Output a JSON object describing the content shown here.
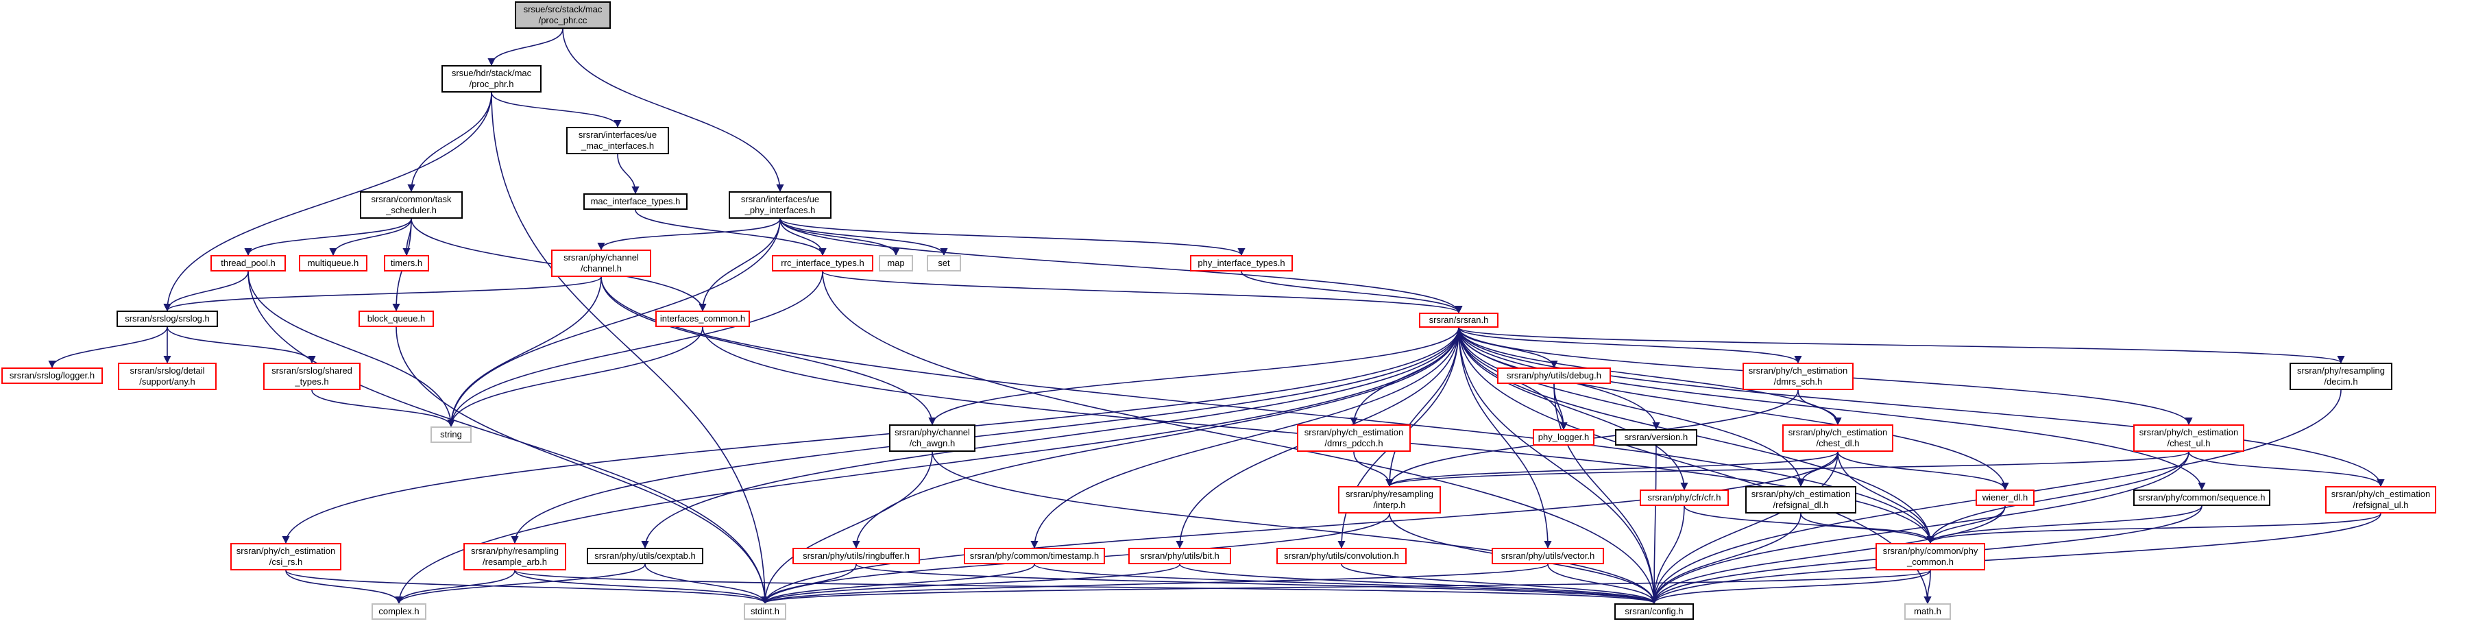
{
  "graph": {
    "colors": {
      "edge": "#191970",
      "border": "#000000",
      "missing_border": "#ff0000",
      "external_border": "#bfbfbf",
      "root_fill": "#bfbfbf"
    },
    "nodes": {
      "root": "srsue/src/stack/mac\n/proc_phr.cc",
      "proc_phr_h": "srsue/hdr/stack/mac\n/proc_phr.h",
      "ue_mac_if": "srsran/interfaces/ue\n_mac_interfaces.h",
      "mac_if_types": "mac_interface_types.h",
      "task_sched": "srsran/common/task\n_scheduler.h",
      "ue_phy_if": "srsran/interfaces/ue\n_phy_interfaces.h",
      "thread_pool": "thread_pool.h",
      "multiqueue": "multiqueue.h",
      "timers": "timers.h",
      "block_queue": "block_queue.h",
      "map": "map",
      "set": "set",
      "rrc_if_types": "rrc_interface_types.h",
      "phy_if_types": "phy_interface_types.h",
      "phy_channel": "srsran/phy/channel\n/channel.h",
      "srslog": "srsran/srslog/srslog.h",
      "interfaces_common": "interfaces_common.h",
      "srsran_h": "srsran/srsran.h",
      "srslog_logger": "srsran/srslog/logger.h",
      "srslog_any": "srsran/srslog/detail\n/support/any.h",
      "shared_types": "srsran/srslog/shared\n_types.h",
      "string": "string",
      "phy_debug": "srsran/phy/utils/debug.h",
      "dmrs_sch": "srsran/phy/ch_estimation\n/dmrs_sch.h",
      "decim": "srsran/phy/resampling\n/decim.h",
      "dmrs_pdcch": "srsran/phy/ch_estimation\n/dmrs_pdcch.h",
      "phy_logger": "phy_logger.h",
      "version": "srsran/version.h",
      "chest_dl": "srsran/phy/ch_estimation\n/chest_dl.h",
      "chest_ul": "srsran/phy/ch_estimation\n/chest_ul.h",
      "ch_awgn": "srsran/phy/channel\n/ch_awgn.h",
      "interp": "srsran/phy/resampling\n/interp.h",
      "cfr": "srsran/phy/cfr/cfr.h",
      "refsignal_dl": "srsran/phy/ch_estimation\n/refsignal_dl.h",
      "wiener_dl": "wiener_dl.h",
      "sequence": "srsran/phy/common/sequence.h",
      "refsignal_ul": "srsran/phy/ch_estimation\n/refsignal_ul.h",
      "csi_rs": "srsran/phy/ch_estimation\n/csi_rs.h",
      "resample_arb": "srsran/phy/resampling\n/resample_arb.h",
      "cexptab": "srsran/phy/utils/cexptab.h",
      "ringbuffer": "srsran/phy/utils/ringbuffer.h",
      "timestamp": "srsran/phy/common/timestamp.h",
      "bit": "srsran/phy/utils/bit.h",
      "convolution": "srsran/phy/utils/convolution.h",
      "vector": "srsran/phy/utils/vector.h",
      "phy_common": "srsran/phy/common/phy\n_common.h",
      "complex": "complex.h",
      "stdint": "stdint.h",
      "config": "srsran/config.h",
      "math": "math.h"
    }
  }
}
